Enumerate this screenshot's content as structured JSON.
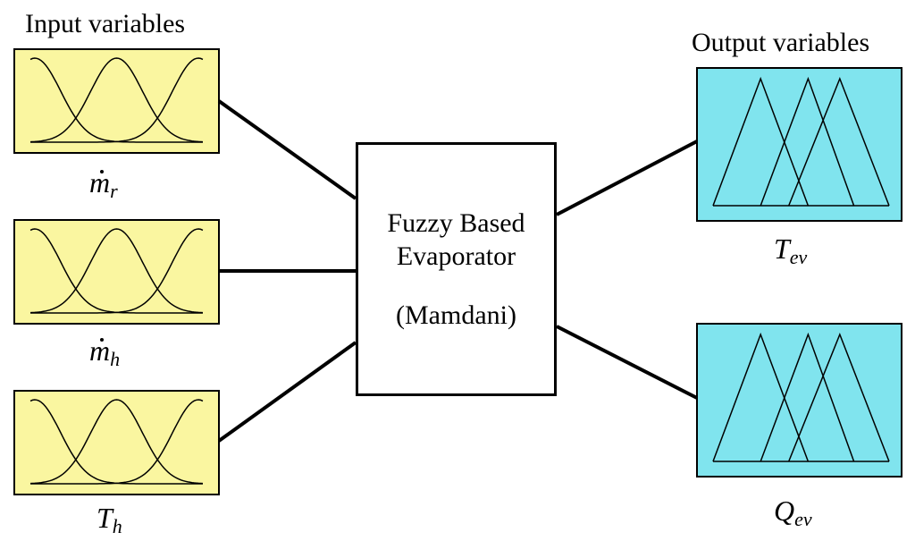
{
  "headings": {
    "inputs": "Input variables",
    "outputs": "Output variables"
  },
  "engine": {
    "line1": "Fuzzy Based",
    "line2": "Evaporator",
    "line3": "(Mamdani)"
  },
  "inputs": [
    {
      "symbol": "m",
      "subscript": "r",
      "dotted": true,
      "membership_shape": "gaussian"
    },
    {
      "symbol": "m",
      "subscript": "h",
      "dotted": true,
      "membership_shape": "gaussian"
    },
    {
      "symbol": "T",
      "subscript": "h",
      "dotted": false,
      "membership_shape": "gaussian"
    }
  ],
  "outputs": [
    {
      "symbol": "T",
      "subscript": "ev",
      "membership_shape": "triangular"
    },
    {
      "symbol": "Q",
      "subscript": "ev",
      "membership_shape": "triangular"
    }
  ],
  "colors": {
    "input_fill": "#FAF6A0",
    "output_fill": "#80E4EE",
    "stroke": "#000000"
  }
}
